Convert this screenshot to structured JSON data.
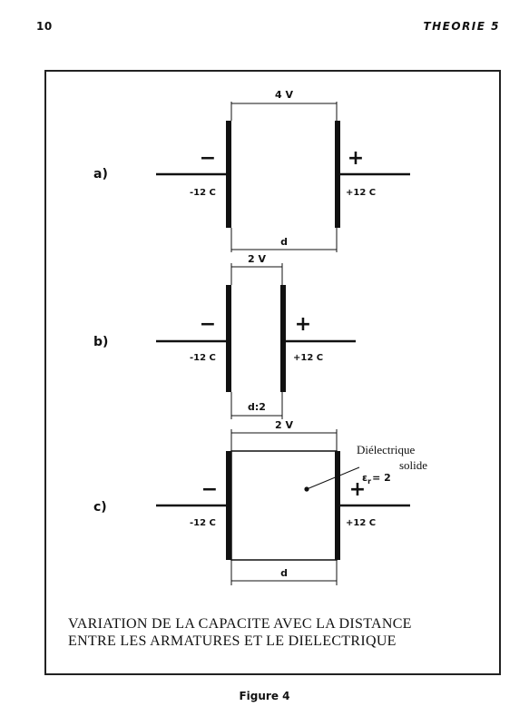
{
  "header": {
    "page_number": "10",
    "chapter": "THEORIE 5"
  },
  "diagram_a": {
    "label": "a)",
    "voltage": "4 V",
    "distance": "d",
    "minus": "−",
    "plus": "+",
    "charge_left": "-12 C",
    "charge_right": "+12 C"
  },
  "diagram_b": {
    "label": "b)",
    "voltage": "2 V",
    "distance": "d:2",
    "minus": "−",
    "plus": "+",
    "charge_left": "-12 C",
    "charge_right": "+12 C"
  },
  "diagram_c": {
    "label": "c)",
    "voltage": "2 V",
    "distance": "d",
    "minus": "−",
    "plus": "+",
    "charge_left": "-12 C",
    "charge_right": "+12 C",
    "dielectric_line1": "Diélectrique",
    "dielectric_line2": "solide",
    "permittivity": "ε",
    "permittivity_sub": "r",
    "permittivity_value": "= 2"
  },
  "caption": {
    "line1": "VARIATION DE LA CAPACITE AVEC LA DISTANCE",
    "line2": "ENTRE LES ARMATURES ET LE DIELECTRIQUE"
  },
  "figure_label": "Figure 4"
}
